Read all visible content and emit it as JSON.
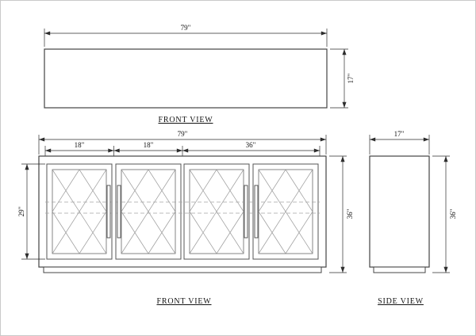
{
  "sheet": {
    "background": "#ffffff",
    "border_color": "#c9c9c9",
    "line_color": "#444444",
    "dim_color": "#2d2d2d",
    "hatch_color": "#9b9b9b"
  },
  "top_view": {
    "caption": "FRONT VIEW",
    "width_dim": "79\"",
    "depth_dim": "17\""
  },
  "front_view": {
    "caption": "FRONT VIEW",
    "overall_width_dim": "79\"",
    "door_width_dims": [
      "18\"",
      "18\"",
      "36\""
    ],
    "door_height_dim": "29\"",
    "overall_height_dim": "36\""
  },
  "side_view": {
    "caption": "SIDE VIEW",
    "depth_dim": "17\"",
    "height_dim": "36\""
  }
}
